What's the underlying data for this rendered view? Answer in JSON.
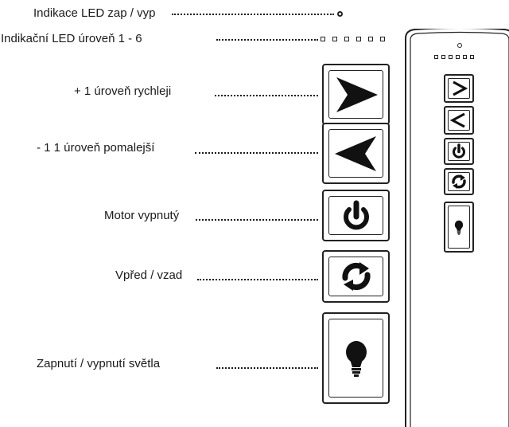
{
  "labels": {
    "led_onoff": "Indikace LED zap / vyp",
    "led_level": "Indikační LED úroveň 1 - 6",
    "faster": "+ 1 úroveň rychleji",
    "slower": "- 1 1 úroveň pomalejší",
    "motor_off": "Motor vypnutý",
    "direction": "Vpřed / vzad",
    "light": "Zapnutí / vypnutí světla"
  },
  "icons": {
    "faster": "arrow-right-icon",
    "slower": "arrow-left-icon",
    "motor_off": "power-icon",
    "direction": "reverse-icon",
    "light": "light-bulb-icon"
  },
  "led_level_count": 6
}
